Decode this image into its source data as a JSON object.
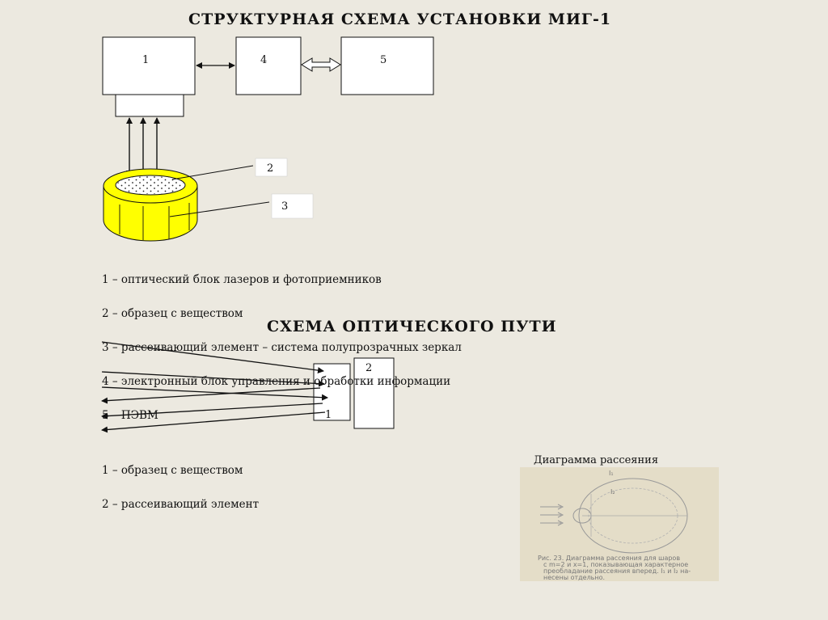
{
  "title_structure": "СТРУКТУРНАЯ СХЕМА УСТАНОВКИ МИГ-1",
  "title_optical": "СХЕМА ОПТИЧЕСКОГО ПУТИ",
  "block_labels": {
    "b1": "1",
    "b4": "4",
    "b5": "5",
    "c2": "2",
    "c3": "3"
  },
  "legend_structure": [
    "1 – оптический блок лазеров и фотоприемников",
    "2 – образец с веществом",
    "3 – рассеивающий элемент – система полупрозрачных зеркал",
    "4 – электронный блок управления и обработки информации",
    "5 – ПЭВМ"
  ],
  "optical_labels": {
    "o1": "1",
    "o2": "2"
  },
  "legend_optical": [
    "1 – образец с веществом",
    "2 – рассеивающий элемент"
  ],
  "diagram_caption": "Диаграмма рассеяния",
  "figure_caption": [
    "Рис. 23. Диаграмма рассеяния для шаров",
    "с m=2 и x=1, показывающая характерное",
    "преобладание рассеяния вперед. I₁ и I₂ на-",
    "несены отдельно."
  ],
  "figure_curve_labels": {
    "i1": "I₁",
    "i2": "I₂"
  },
  "colors": {
    "background": "#ece9e0",
    "yellow": "#ffff00",
    "photo_bg": "#e4ddc8"
  }
}
